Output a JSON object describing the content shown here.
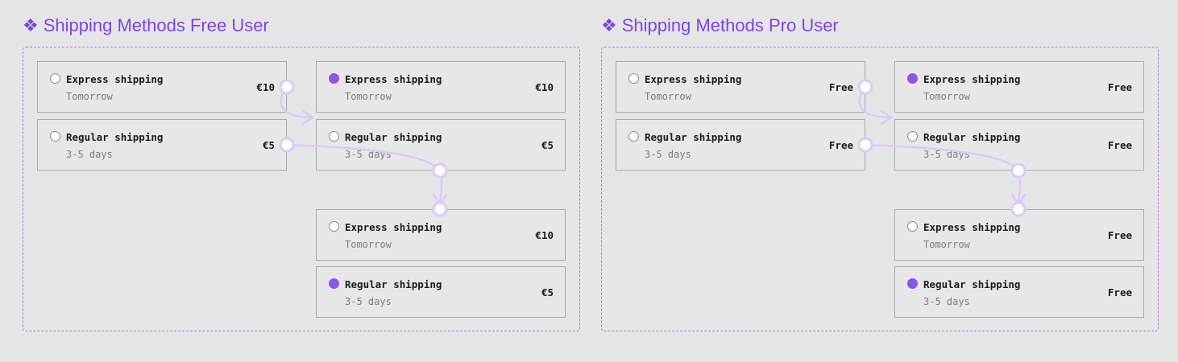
{
  "accent": "#7c45e6",
  "panels": [
    {
      "title": "Shipping Methods Free User",
      "cards": [
        {
          "name": "Express shipping",
          "sub": "Tomorrow",
          "price": "€10",
          "selected": false
        },
        {
          "name": "Regular shipping",
          "sub": "3-5 days",
          "price": "€5",
          "selected": false
        },
        {
          "name": "Express shipping",
          "sub": "Tomorrow",
          "price": "€10",
          "selected": true
        },
        {
          "name": "Regular shipping",
          "sub": "3-5 days",
          "price": "€5",
          "selected": false
        },
        {
          "name": "Express shipping",
          "sub": "Tomorrow",
          "price": "€10",
          "selected": false
        },
        {
          "name": "Regular shipping",
          "sub": "3-5 days",
          "price": "€5",
          "selected": true
        }
      ]
    },
    {
      "title": "Shipping Methods Pro User",
      "cards": [
        {
          "name": "Express shipping",
          "sub": "Tomorrow",
          "price": "Free",
          "selected": false
        },
        {
          "name": "Regular shipping",
          "sub": "3-5 days",
          "price": "Free",
          "selected": false
        },
        {
          "name": "Express shipping",
          "sub": "Tomorrow",
          "price": "Free",
          "selected": true
        },
        {
          "name": "Regular shipping",
          "sub": "3-5 days",
          "price": "Free",
          "selected": false
        },
        {
          "name": "Express shipping",
          "sub": "Tomorrow",
          "price": "Free",
          "selected": false
        },
        {
          "name": "Regular shipping",
          "sub": "3-5 days",
          "price": "Free",
          "selected": true
        }
      ]
    }
  ]
}
